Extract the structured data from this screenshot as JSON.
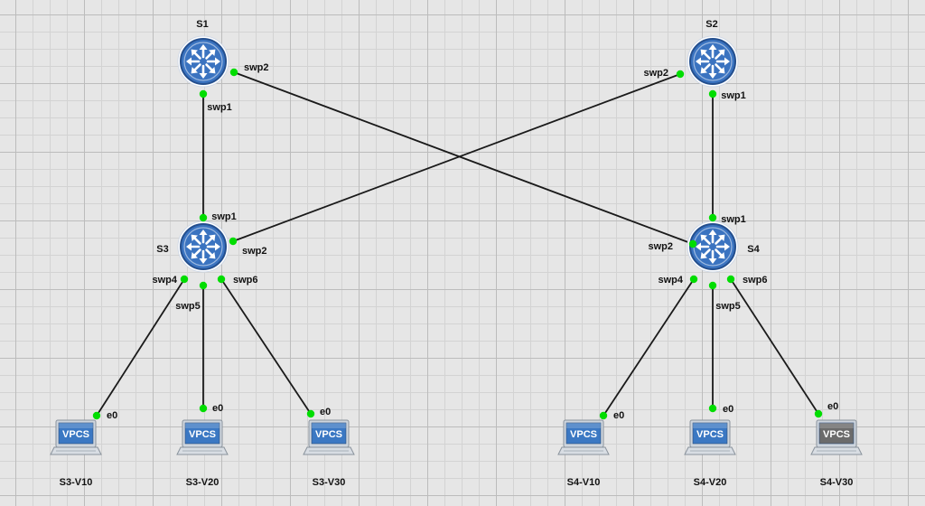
{
  "colors": {
    "link": "#1a1a1a",
    "port_up": "#00dd00",
    "switch_fill": "#3a73c0",
    "switch_border": "#244f8e",
    "vpcs_screen": "#3b78c3",
    "vpcs_screen_off": "#6b6b6b"
  },
  "switches": [
    {
      "id": "S1",
      "name": "S1",
      "icon": "switch-icon"
    },
    {
      "id": "S2",
      "name": "S2",
      "icon": "switch-icon"
    },
    {
      "id": "S3",
      "name": "S3",
      "icon": "switch-icon"
    },
    {
      "id": "S4",
      "name": "S4",
      "icon": "switch-icon"
    }
  ],
  "hosts": [
    {
      "id": "S3-V10",
      "name": "S3-V10",
      "screen_text": "VPCS",
      "icon": "computer-icon",
      "powered": true
    },
    {
      "id": "S3-V20",
      "name": "S3-V20",
      "screen_text": "VPCS",
      "icon": "computer-icon",
      "powered": true
    },
    {
      "id": "S3-V30",
      "name": "S3-V30",
      "screen_text": "VPCS",
      "icon": "computer-icon",
      "powered": true
    },
    {
      "id": "S4-V10",
      "name": "S4-V10",
      "screen_text": "VPCS",
      "icon": "computer-icon",
      "powered": true
    },
    {
      "id": "S4-V20",
      "name": "S4-V20",
      "screen_text": "VPCS",
      "icon": "computer-icon",
      "powered": true
    },
    {
      "id": "S4-V30",
      "name": "S4-V30",
      "screen_text": "VPCS",
      "icon": "computer-icon",
      "powered": false
    }
  ],
  "links": [
    {
      "a": "S1",
      "a_port": "swp1",
      "b": "S3",
      "b_port": "swp1"
    },
    {
      "a": "S1",
      "a_port": "swp2",
      "b": "S4",
      "b_port": "swp2"
    },
    {
      "a": "S2",
      "a_port": "swp2",
      "b": "S3",
      "b_port": "swp2"
    },
    {
      "a": "S2",
      "a_port": "swp1",
      "b": "S4",
      "b_port": "swp1"
    },
    {
      "a": "S3",
      "a_port": "swp4",
      "b": "S3-V10",
      "b_port": "e0"
    },
    {
      "a": "S3",
      "a_port": "swp5",
      "b": "S3-V20",
      "b_port": "e0"
    },
    {
      "a": "S3",
      "a_port": "swp6",
      "b": "S3-V30",
      "b_port": "e0"
    },
    {
      "a": "S4",
      "a_port": "swp4",
      "b": "S4-V10",
      "b_port": "e0"
    },
    {
      "a": "S4",
      "a_port": "swp5",
      "b": "S4-V20",
      "b_port": "e0"
    },
    {
      "a": "S4",
      "a_port": "swp6",
      "b": "S4-V30",
      "b_port": "e0"
    }
  ]
}
